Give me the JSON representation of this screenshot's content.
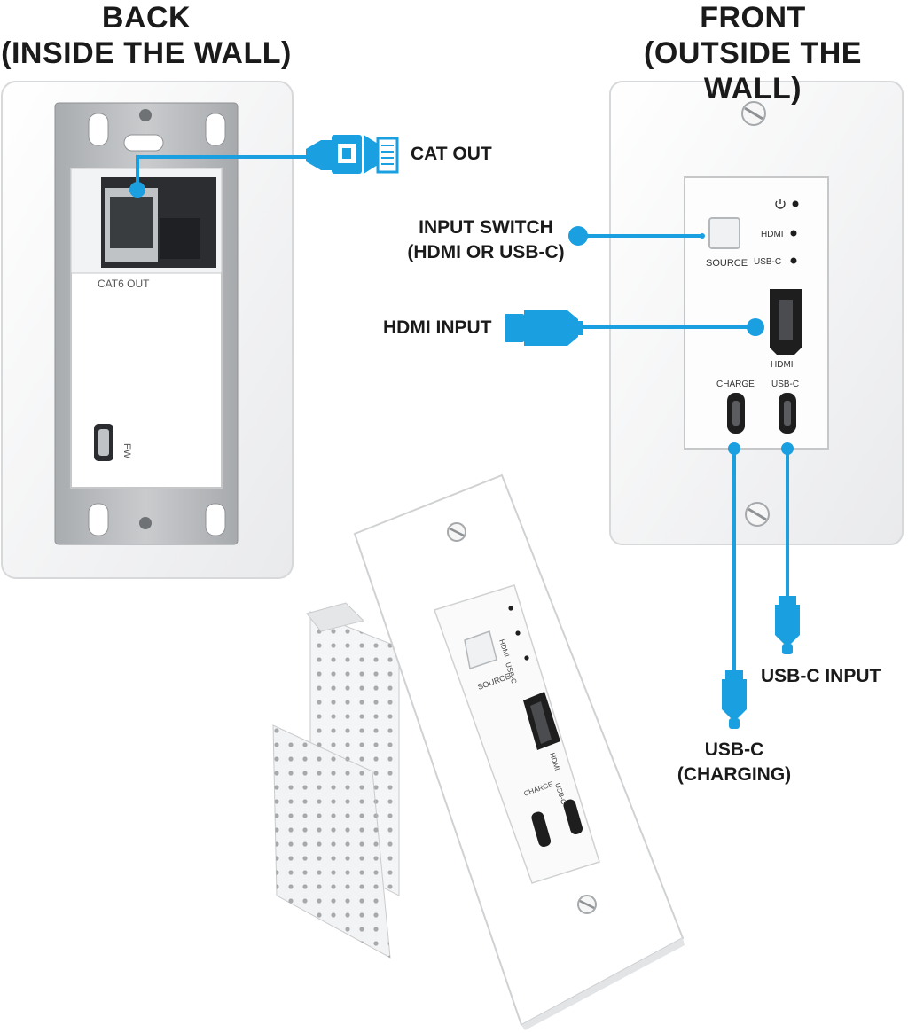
{
  "headings": {
    "back_line1": "BACK",
    "back_line2": "(INSIDE THE WALL)",
    "front_line1": "FRONT",
    "front_line2": "(OUTSIDE THE WALL)"
  },
  "callouts": {
    "cat_out": "CAT OUT",
    "input_switch_line1": "INPUT SWITCH",
    "input_switch_line2": "(HDMI OR USB-C)",
    "hdmi_input": "HDMI INPUT",
    "usbc_input": "USB-C INPUT",
    "usbc_charging_line1": "USB-C",
    "usbc_charging_line2": "(CHARGING)"
  },
  "back_panel": {
    "cat6_port_label": "CAT6 OUT",
    "fw_port_label": "FW"
  },
  "front_panel": {
    "source_button_label": "SOURCE",
    "indicator_hdmi": "HDMI",
    "indicator_usbc": "USB-C",
    "hdmi_port_label": "HDMI",
    "charge_port_label": "CHARGE",
    "usbc_port_label": "USB-C"
  },
  "colors": {
    "accent": "#1a9fe0",
    "text": "#1a1a1a",
    "plate": "#ffffff",
    "metal": "#b9bcbf"
  },
  "icons": [
    "power-icon",
    "ethernet-connector-icon",
    "hdmi-connector-icon",
    "usbc-connector-icon"
  ]
}
